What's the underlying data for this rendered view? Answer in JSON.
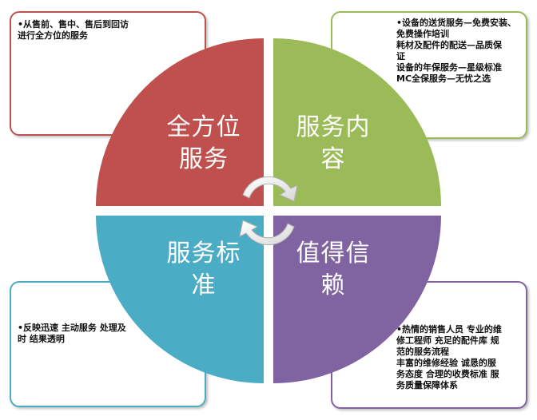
{
  "colors": {
    "red": "#C0504D",
    "green": "#9BBB59",
    "blue": "#4BACC6",
    "purple": "#8064A2"
  },
  "quadrants": {
    "top_left": {
      "title_line1": "全方位",
      "title_line2": "服务"
    },
    "top_right": {
      "title_line1": "服务内",
      "title_line2": "容"
    },
    "bottom_left": {
      "title_line1": "服务标",
      "title_line2": "准"
    },
    "bottom_right": {
      "title_line1": "值得信",
      "title_line2": "赖"
    }
  },
  "boxes": {
    "top_left": [
      "•从售前、售中、售后到回访",
      " 进行全方位的服务"
    ],
    "top_right": [
      "•设备的送货服务—免费安装、",
      " 免费操作培训",
      " 耗材及配件的配送—品质保",
      " 证",
      " 设备的年保服务—星级标准",
      " MC全保服务—无忧之选"
    ],
    "bottom_left": [
      "•反映迅速 主动服务 处理及",
      " 时 结果透明"
    ],
    "bottom_right": [
      "•热情的销售人员 专业的维",
      " 修工程师 充足的配件库  规",
      " 范的服务流程",
      " 丰富的维修经验 诚恳的服",
      " 务态度   合理的收费标准 服",
      " 务质量保障体系"
    ]
  }
}
